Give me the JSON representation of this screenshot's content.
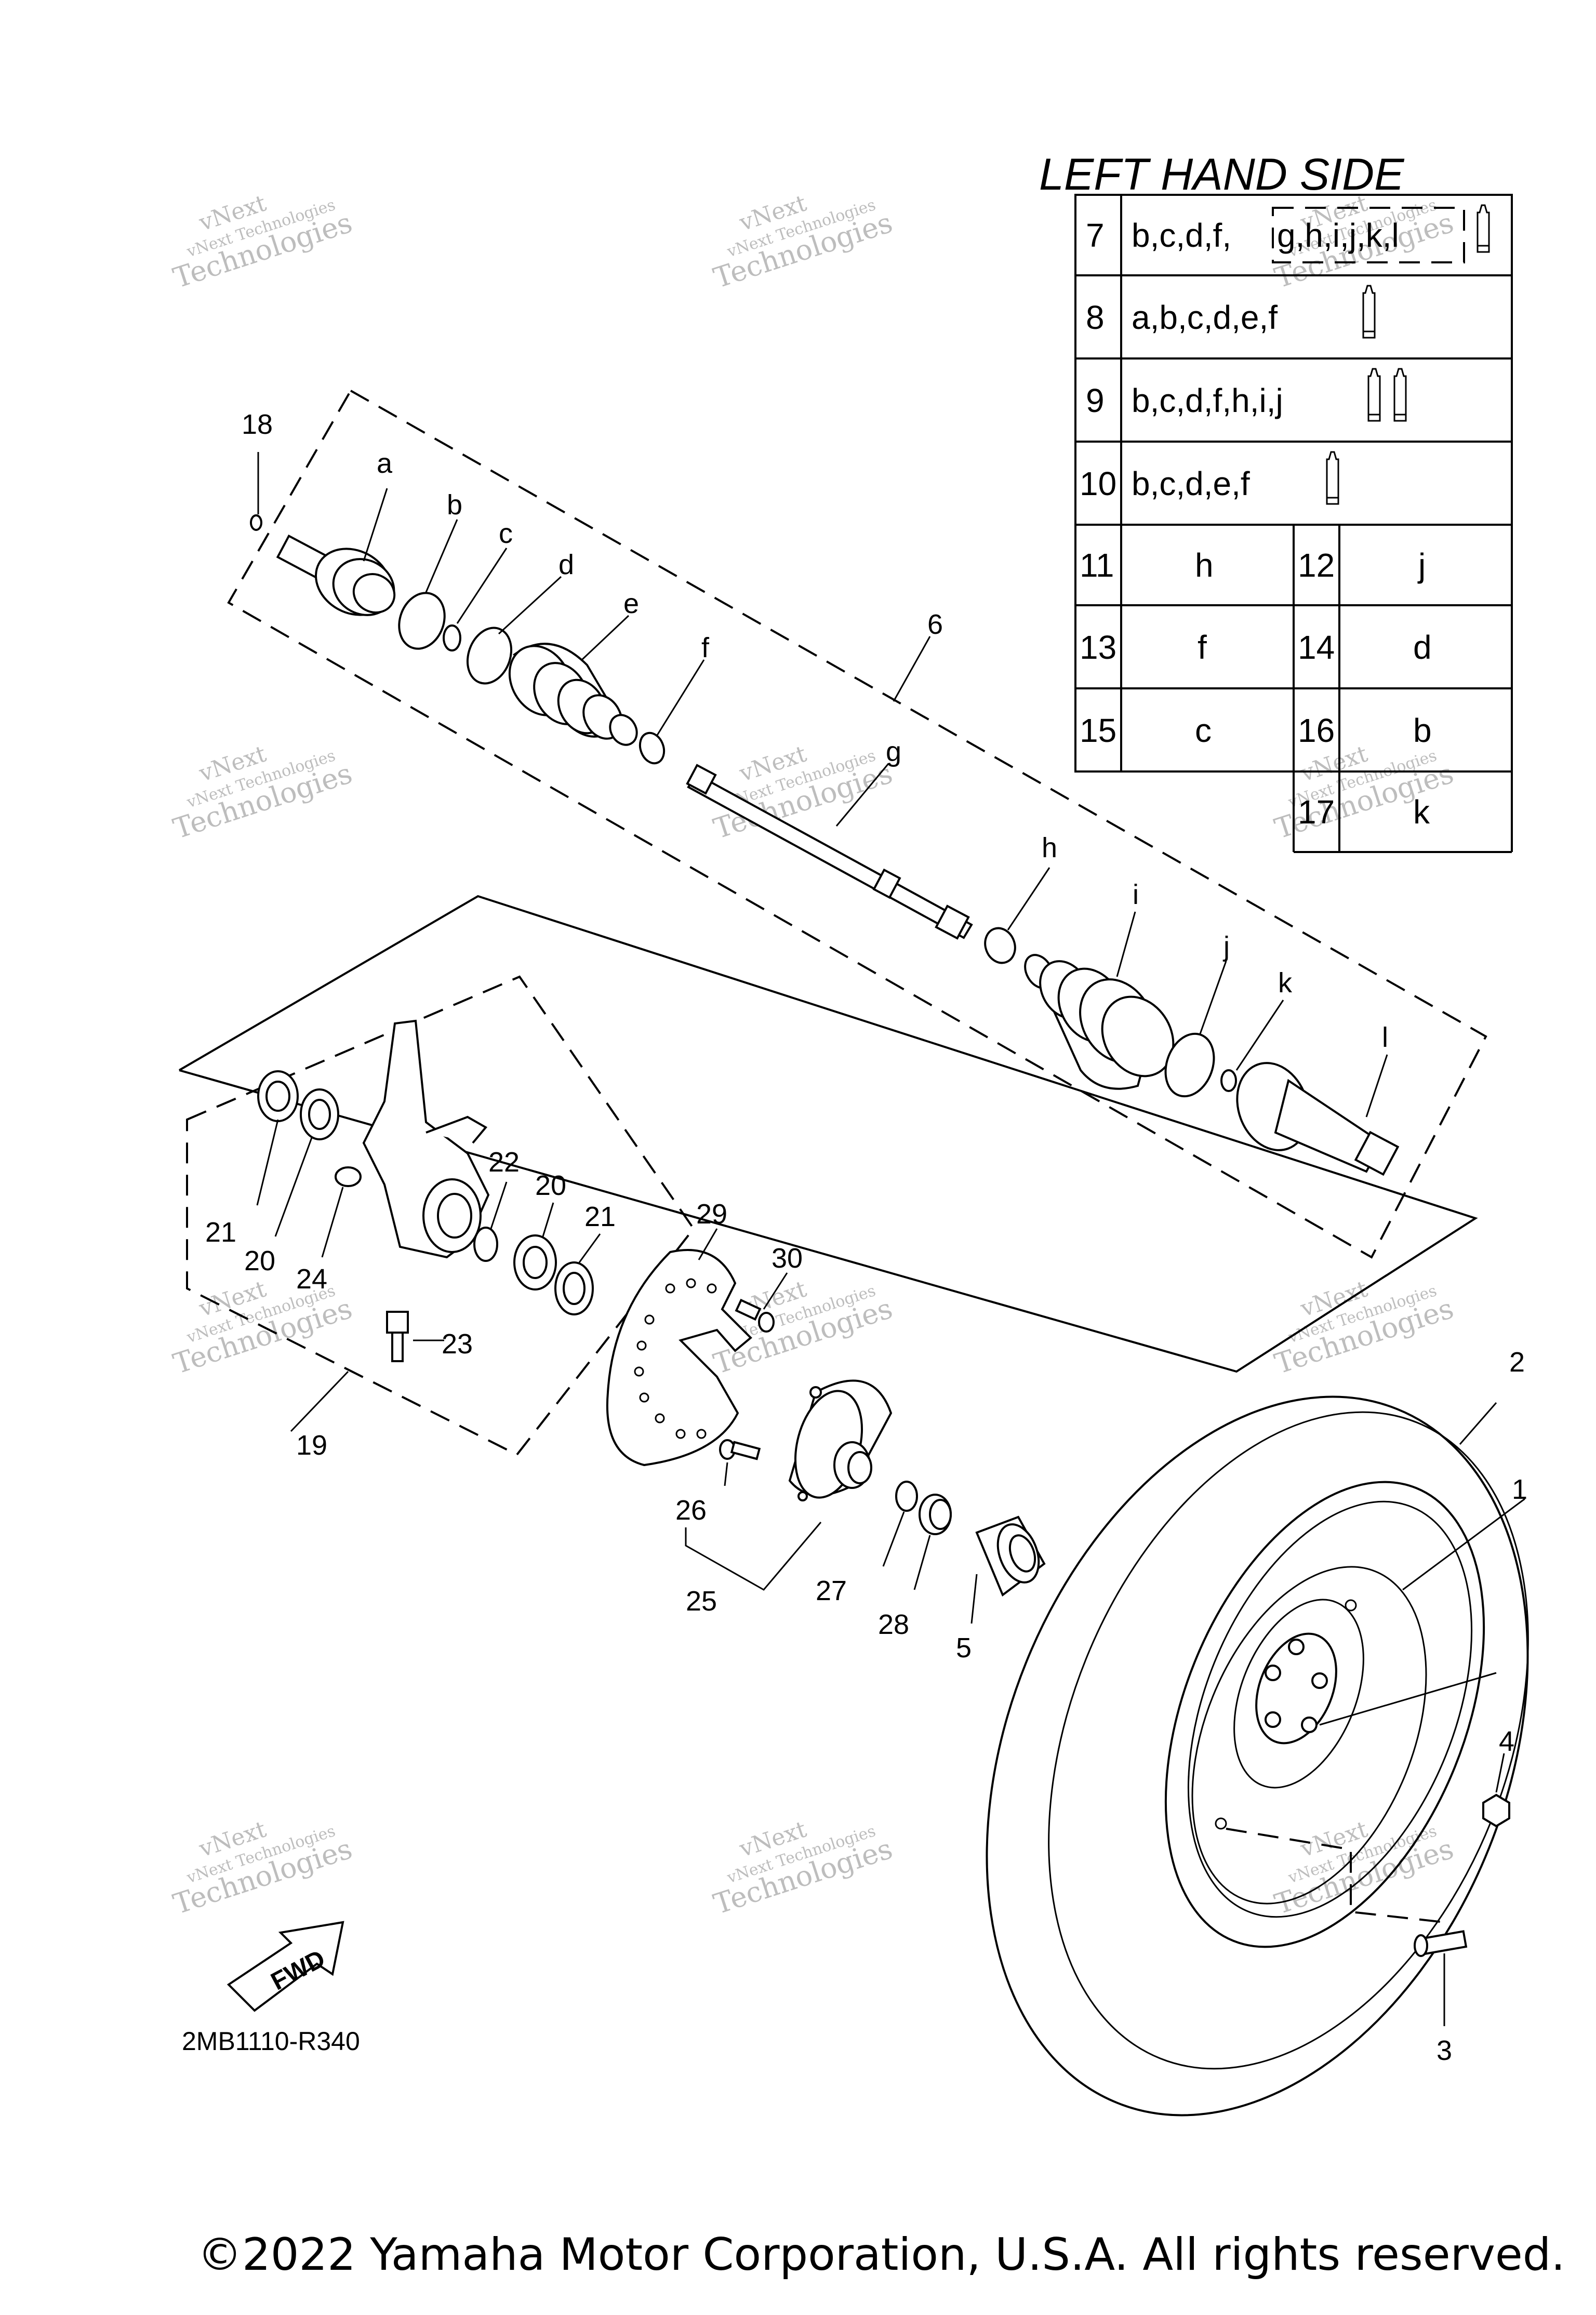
{
  "table": {
    "title": "LEFT HAND SIDE",
    "rows": [
      {
        "num": "7",
        "letters": "b,c,d,f,",
        "boxed": "g,h,i,j,k,l"
      },
      {
        "num": "8",
        "letters": "a,b,c,d,e,f"
      },
      {
        "num": "9",
        "letters": "b,c,d,f,h,i,j"
      },
      {
        "num": "10",
        "letters": "b,c,d,e,f"
      }
    ],
    "pairs": [
      {
        "n1": "11",
        "v1": "h",
        "n2": "12",
        "v2": "j"
      },
      {
        "n1": "13",
        "v1": "f",
        "n2": "14",
        "v2": "d"
      },
      {
        "n1": "15",
        "v1": "c",
        "n2": "16",
        "v2": "b"
      }
    ],
    "last": {
      "n": "17",
      "v": "k"
    }
  },
  "callouts": {
    "n1": "1",
    "n2": "2",
    "n3": "3",
    "n4": "4",
    "n5": "5",
    "n6": "6",
    "n18": "18",
    "n19": "19",
    "n20a": "20",
    "n20b": "20",
    "n21a": "21",
    "n21b": "21",
    "n22": "22",
    "n23": "23",
    "n24": "24",
    "n25": "25",
    "n26": "26",
    "n27": "27",
    "n28": "28",
    "n29": "29",
    "n30": "30",
    "a": "a",
    "b": "b",
    "c": "c",
    "d": "d",
    "e": "e",
    "f": "f",
    "g": "g",
    "h": "h",
    "i": "i",
    "j": "j",
    "k": "k",
    "l": "l"
  },
  "fwd_label": "FWD",
  "diagram_code": "2MB1110-R340",
  "watermark": {
    "line1": "vNext",
    "line2": "vNext Technologies",
    "line3": "Technologies"
  },
  "copyright": "©2022 Yamaha Motor Corporation, U.S.A. All rights reserved."
}
